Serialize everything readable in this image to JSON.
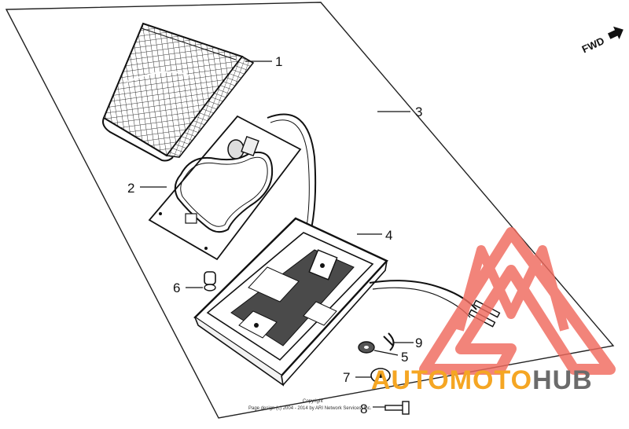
{
  "callouts": {
    "c1": "1",
    "c2": "2",
    "c3": "3",
    "c4": "4",
    "c5": "5",
    "c6": "6",
    "c7": "7",
    "c8": "8",
    "c9": "9"
  },
  "direction": {
    "label": "FWD"
  },
  "copyright": {
    "line1": "Copyright",
    "line2": "Page design (c) 2004 - 2014 by ARI Network Services, Inc."
  },
  "watermark": {
    "part1": "AUTOMOTO",
    "part2": "HUB",
    "colors": {
      "red": "#f06a5e",
      "orange": "#f5a623",
      "gray": "#6b6b6b"
    }
  }
}
